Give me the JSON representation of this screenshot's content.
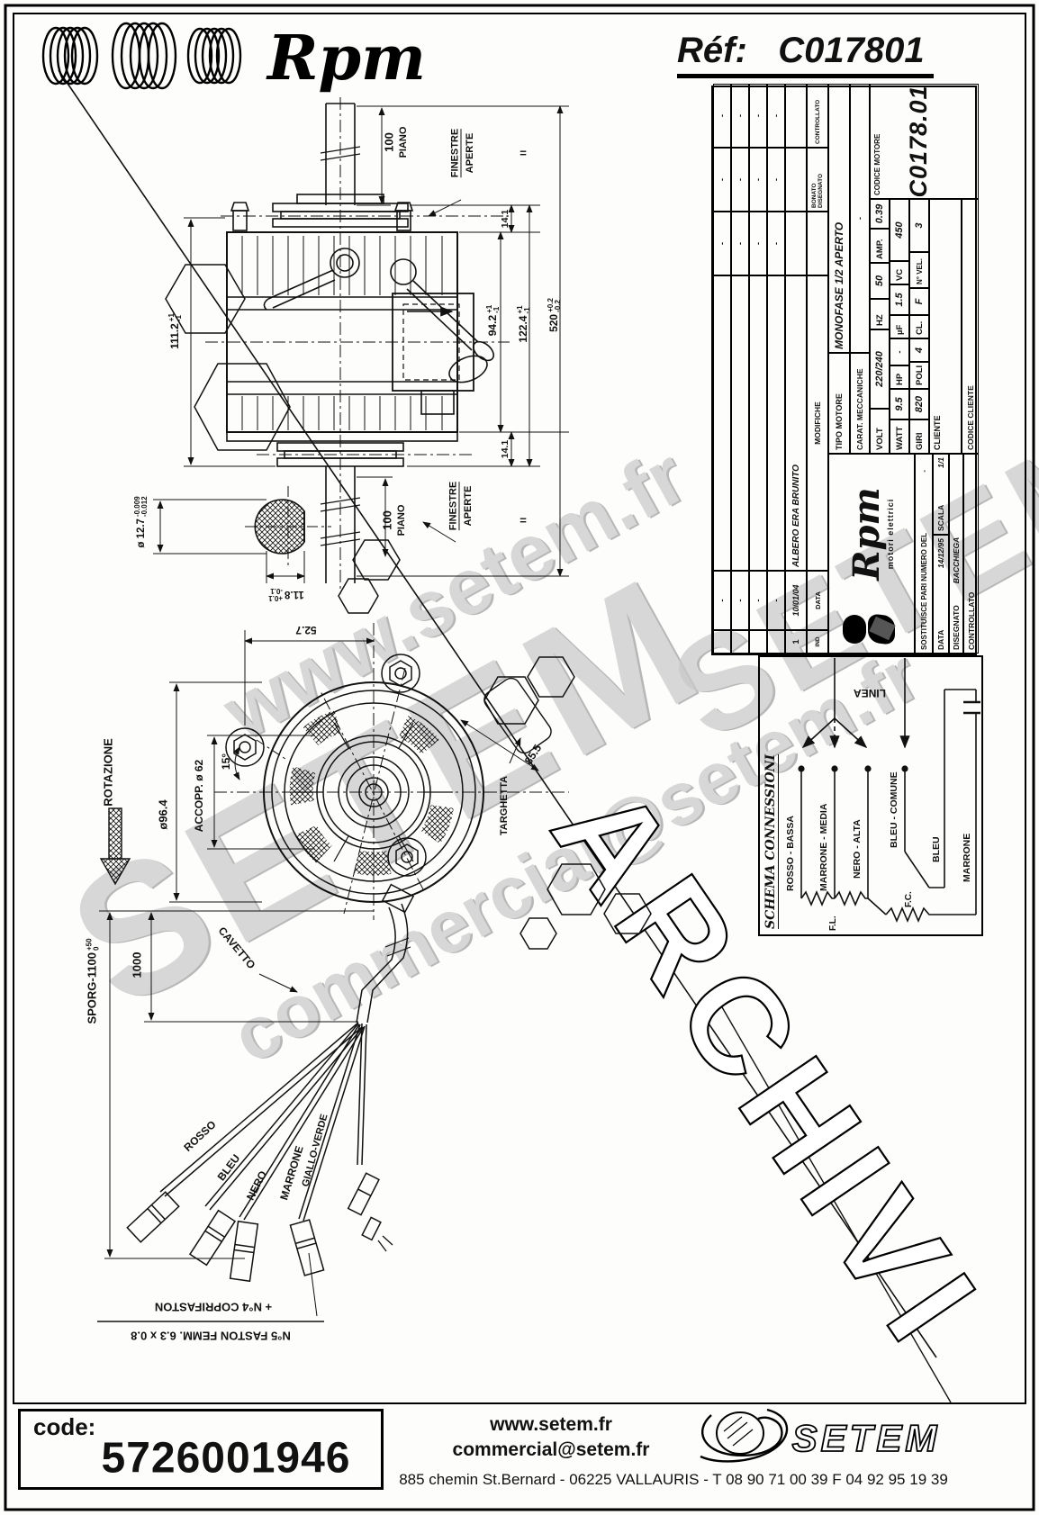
{
  "page": {
    "brand": "Rpm",
    "ref_label": "Réf:",
    "ref_value": "C017801"
  },
  "side_view": {
    "shaft_top_len": "100",
    "shaft_top_flat": "PIANO",
    "finestre1": "FINESTRE",
    "finestre2": "APERTE",
    "equal_top": "=",
    "equal_bottom": "=",
    "dim_14_1_top": "14.1",
    "dim_14_1_bottom": "14.1",
    "dim_94_2": {
      "v": "94.2",
      "plus": "+1",
      "minus": "-1"
    },
    "dim_122_4": {
      "v": "122.4",
      "plus": "+1",
      "minus": "-1"
    },
    "dim_520": {
      "v": "520",
      "plus": "+0.2",
      "minus": "-0.2"
    },
    "dim_111_2": {
      "v": "111.2",
      "plus": "+1",
      "minus": "-1"
    },
    "shaft_bottom_len": "100",
    "shaft_bottom_flat": "PIANO",
    "finestre_b1": "FINESTRE",
    "finestre_b2": "APERTE",
    "section_dia": "ø 12.7",
    "section_tol_top": "-0.009",
    "section_tol_bot": "-0.012",
    "flat": {
      "v": "11.8",
      "plus": "+0.1",
      "minus": "-0.1"
    }
  },
  "front_view": {
    "dim_52_7": "52.7",
    "dia_96_4": "ø96.4",
    "accopp": "ACCOPP. ø 62",
    "angle_15": "15°",
    "dim_85_5": "85.5",
    "targhetta": "TARGHETTA",
    "rotazione": "ROTAZIONE",
    "sporg": {
      "v": "SPORG-1100",
      "plus": "+50",
      "minus": "0"
    },
    "dim_1000": "1000",
    "cavetto": "CAVETTO"
  },
  "wires": {
    "w1": "ROSSO",
    "w2": "BLEU",
    "w3": "NERO",
    "w4": "MARRONE",
    "w5": "GIALLO-VERDE"
  },
  "notes": {
    "coprifaston": "+ N°4 COPRIFASTON",
    "faston": "N°5 FASTON FEMM.  6.3 x 0.8"
  },
  "title_block": {
    "rev": {
      "dash": "-",
      "row1_ind": "1",
      "row1_date": "10/01/04",
      "row1_desc": "ALBERO ERA BRUNITO"
    },
    "headers": {
      "ind": "IND",
      "data": "DATA",
      "modifiche": "MODIFICHE",
      "bonato": "BONATO",
      "disegnato": "DISEGNATO",
      "controllato": "CONTROLLATO"
    },
    "tipo_label": "TIPO MOTORE",
    "tipo_value": "MONOFASE 1/2 APERTO",
    "carat_label": "CARAT. MECCANICHE",
    "carat_value": "-",
    "volt_label": "VOLT",
    "volt_value": "220/240",
    "hz_label": "HZ",
    "hz_value": "50",
    "amp_label": "AMP.",
    "amp_value": "0.39",
    "watt_label": "WATT",
    "watt_value": "9.5",
    "hp_label": "HP",
    "hp_value": "-",
    "uf_label": "µF",
    "uf_value": "1.5",
    "vc_label": "VC",
    "vc_value": "450",
    "giri_label": "GIRI",
    "giri_value": "820",
    "poli_label": "POLI",
    "poli_value": "4",
    "cl_label": "CL.",
    "cl_value": "F",
    "nvel_label": "N° VEL.",
    "nvel_value": "3",
    "cliente_label": "CLIENTE",
    "codice_cliente_label": "CODICE CLIENTE",
    "codice_motore_label": "CODICE MOTORE",
    "codice_motore_value": "C0178.01",
    "logo_brand": "Rpm",
    "logo_tagline": "motori elettrici",
    "sostituisce_label": "SOSTITUISCE PARI NUMERO DEL",
    "sostituisce_value": "-",
    "data_label": "DATA",
    "data_value": "14/12/95",
    "scala_label": "SCALA",
    "scala_value": "1/1",
    "disegnato_label": "DISEGNATO",
    "disegnato_value": "BACCHIEGA",
    "controllato_label": "CONTROLLATO"
  },
  "schema": {
    "title": "SCHEMA CONNESSIONI",
    "linea": "LINEA",
    "w1": "ROSSO - BASSA",
    "w2": "MARRONE - MEDIA",
    "w3": "NERO - ALTA",
    "w4": "BLEU - COMUNE",
    "fl": "F.L.",
    "fc": "F.C.",
    "bleu": "BLEU",
    "marrone": "MARRONE"
  },
  "watermarks": {
    "line1": "www.setem.fr",
    "big": "SETEM",
    "line2": "commercial@setem.fr",
    "big2": "SETEM"
  },
  "archive": {
    "text": "ARCHIVI"
  },
  "footer": {
    "code_label": "code:",
    "code_value": "5726001946",
    "site": "www.setem.fr",
    "email": "commercial@setem.fr",
    "brand": "SETEM",
    "address": "885 chemin St.Bernard  -  06225 VALLAURIS  -  T 08 90 71 00 39   F 04 92 95 19 39"
  }
}
